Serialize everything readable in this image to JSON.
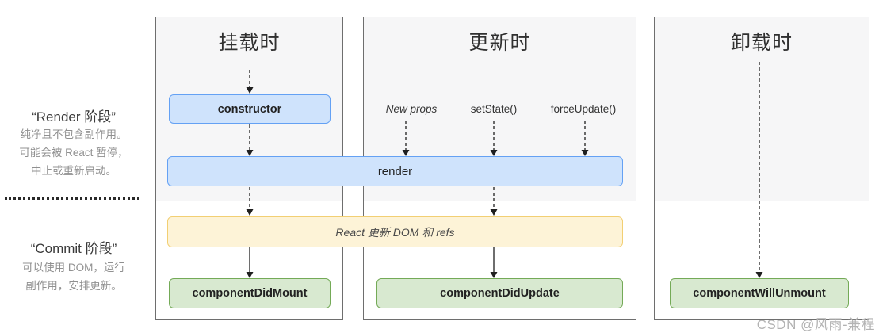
{
  "sidebar": {
    "render_phase": {
      "title": "“Render 阶段”",
      "desc_lines": [
        "纯净且不包含副作用。",
        "可能会被 React 暂停，",
        "中止或重新启动。"
      ]
    },
    "commit_phase": {
      "title": "“Commit 阶段”",
      "desc_lines": [
        "可以使用 DOM，运行",
        "副作用，安排更新。"
      ]
    }
  },
  "columns": {
    "mounting": {
      "title": "挂载时"
    },
    "updating": {
      "title": "更新时",
      "triggers": [
        "New props",
        "setState()",
        "forceUpdate()"
      ]
    },
    "unmounting": {
      "title": "卸载时"
    }
  },
  "boxes": {
    "constructor": "constructor",
    "render": "render",
    "react_updates_dom": "React 更新 DOM 和 refs",
    "component_did_mount": "componentDidMount",
    "component_did_update": "componentDidUpdate",
    "component_will_unmount": "componentWillUnmount"
  },
  "watermark": "CSDN @风雨-兼程",
  "colors": {
    "blue_fill": "#cfe3fc",
    "blue_border": "#64a1f4",
    "yellow_fill": "#fdf3d7",
    "yellow_border": "#f2cf73",
    "green_fill": "#d8e9d0",
    "green_border": "#74aa57",
    "column_border": "#6e6e6e",
    "render_phase_bg": "#f6f6f7",
    "phase_divider": "#9c9c9c",
    "arrow": "#1f1f1f",
    "desc_text": "#909090",
    "watermark_text": "#b3b3b3"
  }
}
